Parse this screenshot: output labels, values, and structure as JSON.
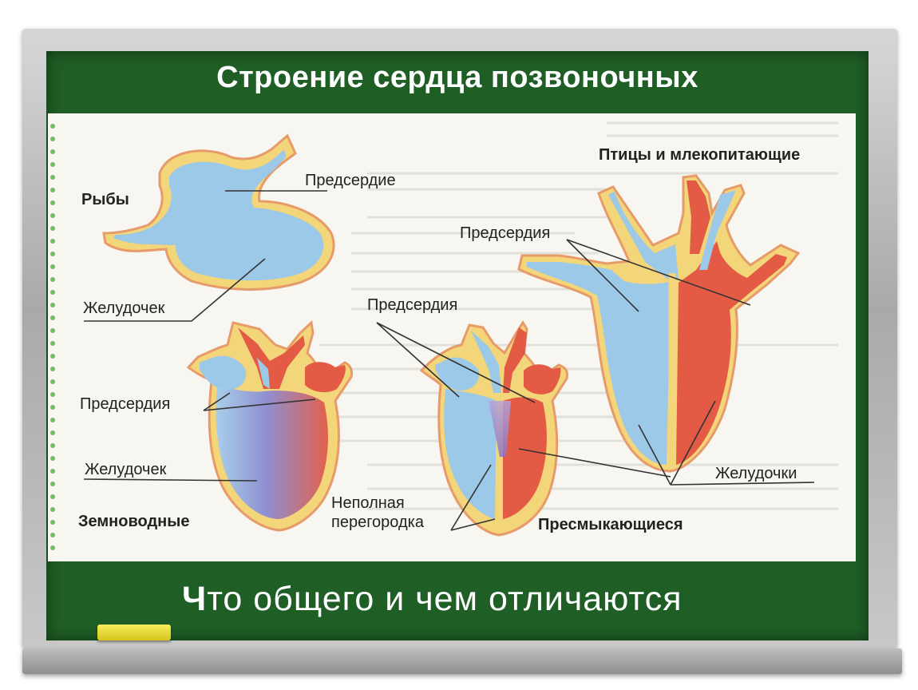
{
  "title": "Строение сердца позвоночных",
  "question": {
    "first_letter": "Ч",
    "rest": "то общего и чем отличаются"
  },
  "diagram": {
    "fish": {
      "group_label": "Рыбы",
      "atrium_label": "Предсердие",
      "ventricle_label": "Желудочек"
    },
    "amphibians": {
      "group_label": "Земноводные",
      "atria_label": "Предсердия",
      "ventricle_label": "Желудочек"
    },
    "reptiles": {
      "group_label": "Пресмыкающиеся",
      "atria_label": "Предсердия",
      "septum_label_line1": "Неполная",
      "septum_label_line2": "перегородка"
    },
    "birds_mammals": {
      "group_label": "Птицы и млекопитающие",
      "atria_label": "Предсердия",
      "ventricles_label": "Желудочки"
    }
  },
  "colors": {
    "board": "#1f5e25",
    "frame": "#b5b5b5",
    "heart_wall": "#f3d57a",
    "heart_outline": "#e79a6a",
    "venous_blood": "#9cc9e8",
    "arterial_blood": "#e35a45",
    "mixed_blood": "#8a8ccc",
    "chalk": "#efe24a"
  }
}
